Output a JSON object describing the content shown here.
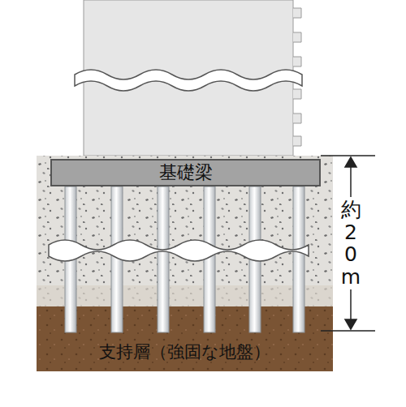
{
  "diagram": {
    "nodes": [
      {
        "text": [
          "基礎梁"
        ]
      },
      {
        "text": [
          "支持層（強固な地盤）"
        ]
      }
    ],
    "labels": [
      "約20m"
    ]
  }
}
